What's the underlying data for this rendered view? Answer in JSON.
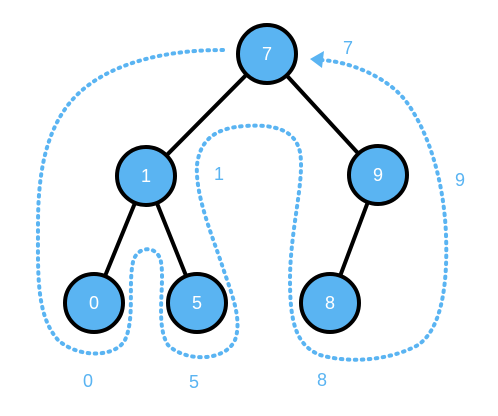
{
  "tree": {
    "nodes": [
      {
        "id": "n7",
        "label": "7"
      },
      {
        "id": "n1",
        "label": "1"
      },
      {
        "id": "n9",
        "label": "9"
      },
      {
        "id": "n0",
        "label": "0"
      },
      {
        "id": "n5",
        "label": "5"
      },
      {
        "id": "n8",
        "label": "8"
      }
    ],
    "edges": [
      {
        "from": "n7",
        "to": "n1"
      },
      {
        "from": "n7",
        "to": "n9"
      },
      {
        "from": "n1",
        "to": "n0"
      },
      {
        "from": "n1",
        "to": "n5"
      },
      {
        "from": "n9",
        "to": "n8"
      }
    ]
  },
  "traversal": {
    "order_labels": [
      "0",
      "5",
      "1",
      "8",
      "9",
      "7"
    ],
    "color": "#5AB4F2"
  },
  "colors": {
    "node_fill": "#5AB4F2",
    "node_stroke": "#000000",
    "edge": "#000000"
  }
}
